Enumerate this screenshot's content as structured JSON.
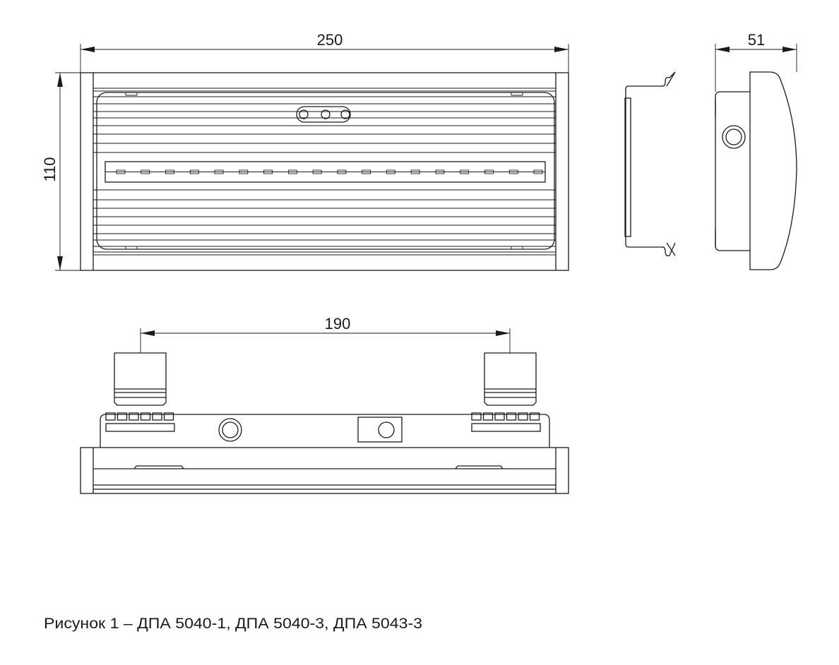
{
  "dimensions": {
    "width": "250",
    "height": "110",
    "depth": "51",
    "mount_spacing": "190"
  },
  "caption": "Рисунок 1 – ДПА 5040-1, ДПА 5040-3, ДПА 5043-3",
  "led_count": 18,
  "indicator_count": 3
}
